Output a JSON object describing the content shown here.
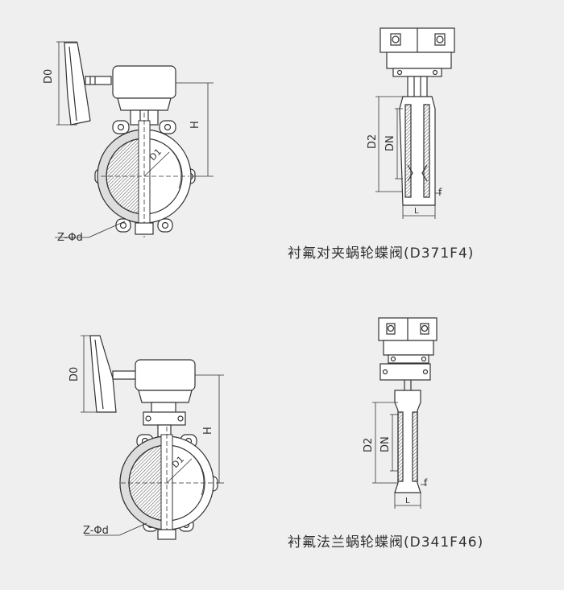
{
  "diagrams": [
    {
      "caption": "衬氟对夹蜗轮蝶阀(D371F4)",
      "front_labels": {
        "handwheel": "D0",
        "height": "H",
        "bolt": "Z-Φd",
        "disc": "D1"
      },
      "side_labels": {
        "outer": "D2",
        "nominal": "DN",
        "flange": "f",
        "length": "L"
      }
    },
    {
      "caption": "衬氟法兰蜗轮蝶阀(D341F46)",
      "front_labels": {
        "handwheel": "D0",
        "height": "H",
        "bolt": "Z-Φd",
        "disc": "D1"
      },
      "side_labels": {
        "outer": "D2",
        "nominal": "DN",
        "flange": "f",
        "length": "L"
      }
    }
  ],
  "colors": {
    "line": "#333333",
    "fill": "#ffffff",
    "hatch": "#555555"
  }
}
